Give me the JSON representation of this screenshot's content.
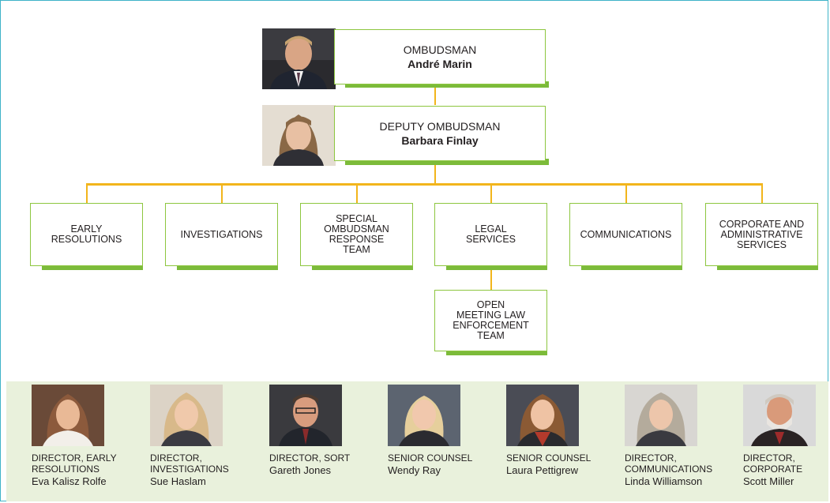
{
  "top": [
    {
      "title": "OMBUDSMAN",
      "name": "André Marin"
    },
    {
      "title": "DEPUTY OMBUDSMAN",
      "name": "Barbara Finlay"
    }
  ],
  "units": [
    "EARLY\nRESOLUTIONS",
    "INVESTIGATIONS",
    "SPECIAL\nOMBUDSMAN\nRESPONSE\nTEAM",
    "LEGAL\nSERVICES",
    "COMMUNICATIONS",
    "CORPORATE AND\nADMINISTRATIVE\nSERVICES"
  ],
  "sub_unit": "OPEN\nMEETING LAW\nENFORCEMENT\nTEAM",
  "staff": [
    {
      "role": "DIRECTOR, EARLY\nRESOLUTIONS",
      "name": "Eva Kalisz Rolfe"
    },
    {
      "role": "DIRECTOR,\nINVESTIGATIONS",
      "name": "Sue Haslam"
    },
    {
      "role": "DIRECTOR, SORT",
      "name": "Gareth Jones"
    },
    {
      "role": "SENIOR COUNSEL",
      "name": "Wendy Ray"
    },
    {
      "role": "SENIOR COUNSEL",
      "name": "Laura Pettigrew"
    },
    {
      "role": "DIRECTOR,\nCOMMUNICATIONS",
      "name": "Linda Williamson"
    },
    {
      "role": "DIRECTOR,\nCORPORATE",
      "name": "Scott Miller"
    }
  ],
  "colors": {
    "box_border": "#8dc63f",
    "box_shadow": "#7cbb3a",
    "connector": "#f2b51c",
    "band": "#e9f1dc",
    "frame": "#3fb3c8"
  }
}
